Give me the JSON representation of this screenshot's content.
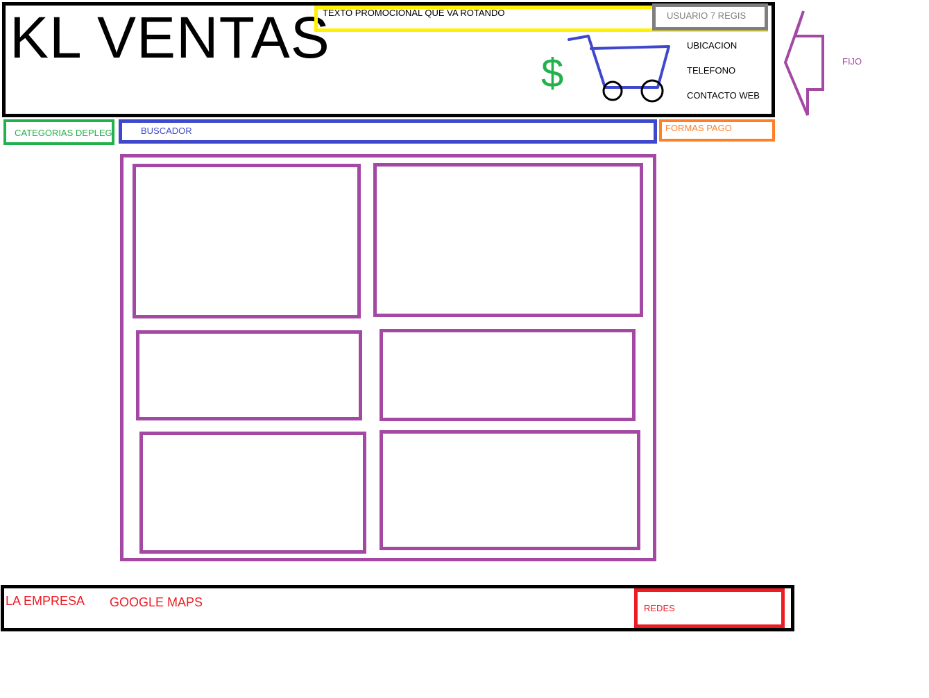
{
  "header": {
    "logo": "KL VENTAS",
    "promo_text": "TEXTO PROMOCIONAL QUE VA ROTANDO",
    "user_label": "USUARIO 7 REGIS",
    "currency_symbol": "$",
    "contact_links": [
      "UBICACION",
      "TELEFONO",
      "CONTACTO WEB"
    ],
    "fixed_note": "FIJO"
  },
  "nav": {
    "categories_label": "CATEGORIAS DEPLEG",
    "search_label": "BUSCADOR",
    "payment_label": "FORMAS PAGO"
  },
  "footer": {
    "company_label": "LA EMPRESA",
    "maps_label": "GOOGLE MAPS",
    "social_label": "REDES"
  },
  "icons": {
    "cart": "shopping-cart-icon",
    "arrow": "left-arrow-icon"
  },
  "colors": {
    "promo_border": "#fff200",
    "user_border": "#7f7f7f",
    "categories": "#22b14c",
    "search": "#3f48cc",
    "payment": "#ff7f27",
    "content_frames": "#a349a4",
    "footer_text": "#ed1c24"
  }
}
